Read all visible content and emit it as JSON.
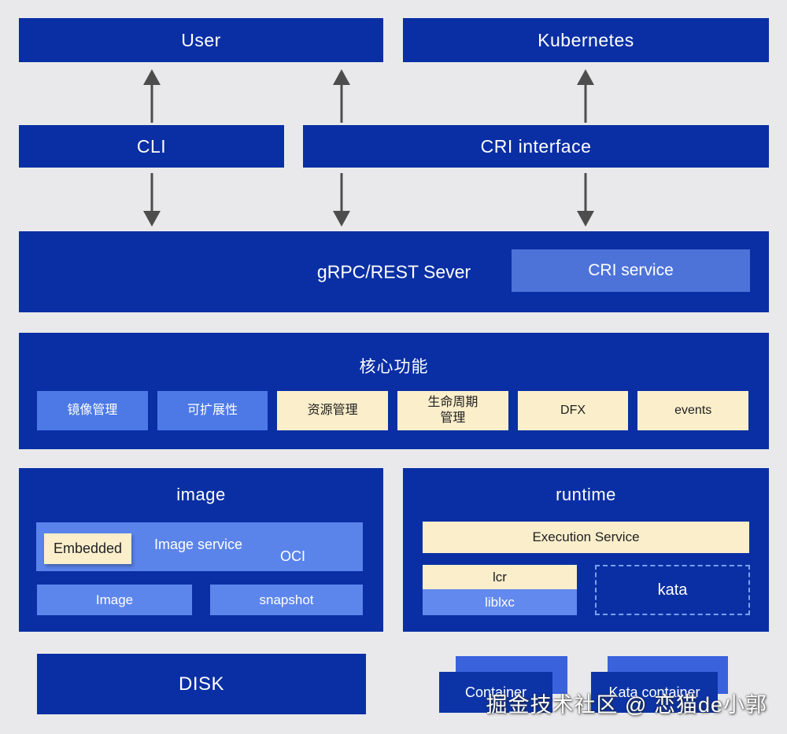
{
  "colors": {
    "background": "#e9e9eb",
    "dark_blue": "#0a2fa4",
    "medium_blue": "#4c79e6",
    "inner_blue": "#5b84ea",
    "back_blue": "#3a62dd",
    "cream": "#faeecb",
    "arrow_gray": "#4d4d4d"
  },
  "top": {
    "user": "User",
    "kubernetes": "Kubernetes"
  },
  "interfaces": {
    "cli": "CLI",
    "cri_interface": "CRI interface"
  },
  "server": {
    "title": "gRPC/REST Sever",
    "cri_service": "CRI service"
  },
  "core": {
    "title": "核心功能",
    "items": [
      {
        "label": "镜像管理",
        "variant": "blue"
      },
      {
        "label": "可扩展性",
        "variant": "blue"
      },
      {
        "label": "资源管理",
        "variant": "cream"
      },
      {
        "label": "生命周期\n管理",
        "variant": "cream"
      },
      {
        "label": "DFX",
        "variant": "cream"
      },
      {
        "label": "events",
        "variant": "cream"
      }
    ]
  },
  "image_section": {
    "title": "image",
    "embedded": "Embedded",
    "image_service": "Image service",
    "oci": "OCI",
    "image": "Image",
    "snapshot": "snapshot"
  },
  "runtime_section": {
    "title": "runtime",
    "execution_service": "Execution Service",
    "lcr": "lcr",
    "liblxc": "liblxc",
    "kata": "kata"
  },
  "bottom": {
    "disk": "DISK",
    "container": "Container",
    "kata_container": "Kata container"
  },
  "watermark": "掘金技术社区 @ 恋猫de小郭"
}
